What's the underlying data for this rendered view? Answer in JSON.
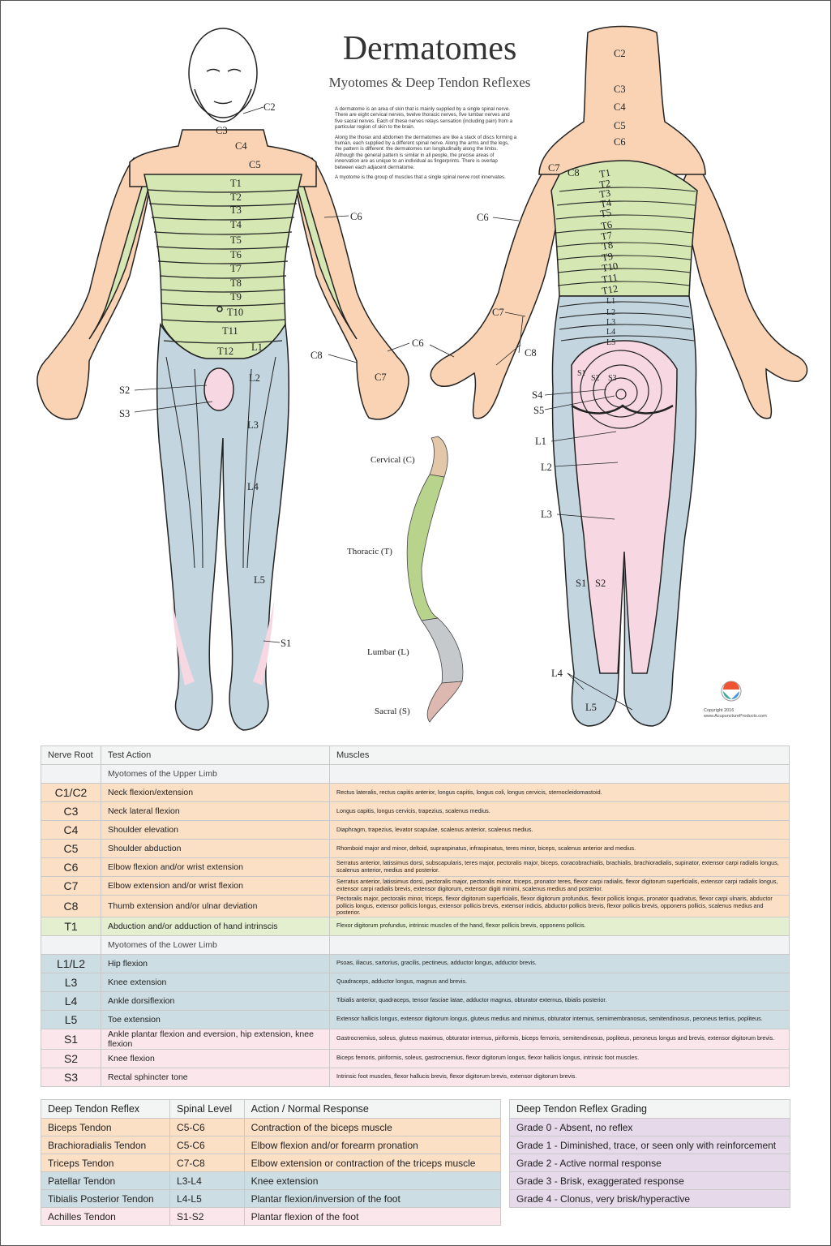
{
  "header": {
    "title": "Dermatomes",
    "subtitle": "Myotomes & Deep Tendon Reflexes",
    "intro": [
      "A dermatome is an area of skin that is mainly supplied by a single spinal nerve. There are eight cervical nerves, twelve thoracic nerves, five lumbar nerves and five sacral nerves. Each of these nerves relays sensation (including pain) from a particular region of skin to the brain.",
      "Along the thorax and abdomen the dermatomes are like a stack of discs forming a human, each supplied by a different spinal nerve. Along the arms and the legs, the pattern is different: the dermatomes run longitudinally along the limbs. Although the general pattern is similar in all people, the precise areas of innervation are as unique to an individual as fingerprints. There is overlap between each adjacent dermatome.",
      "A myotome is the group of muscles that a single spinal nerve root innervates."
    ]
  },
  "colors": {
    "cervical": "#f9d3b3",
    "thoracic": "#d5e8b4",
    "lumbar": "#c3d6df",
    "sacral": "#f7d8e2",
    "outline": "#222222"
  },
  "front_labels": {
    "c2": "C2",
    "c3": "C3",
    "c4": "C4",
    "c5": "C5",
    "c6": "C6",
    "c7": "C7",
    "c8": "C8",
    "t": [
      "T1",
      "T2",
      "T3",
      "T4",
      "T5",
      "T6",
      "T7",
      "T8",
      "T9",
      "T10",
      "T11",
      "T12"
    ],
    "l1": "L1",
    "l2": "L2",
    "l3": "L3",
    "l4": "L4",
    "l5": "L5",
    "s1": "S1",
    "s2": "S2",
    "s3": "S3"
  },
  "back_labels": {
    "c": [
      "C2",
      "C3",
      "C4",
      "C5",
      "C6"
    ],
    "c7": "C7",
    "c8": "C8",
    "c6_arm": "C6",
    "c7_arm": "C7",
    "c6_hand": "C6",
    "c8_hand": "C8",
    "t": [
      "T1",
      "T2",
      "T3",
      "T4",
      "T5",
      "T6",
      "T7",
      "T8",
      "T9",
      "T10",
      "T11",
      "T12"
    ],
    "l": [
      "L1",
      "L2",
      "L3",
      "L4",
      "L5"
    ],
    "s1": "S1",
    "s2": "S2",
    "s3": "S3",
    "s4": "S4",
    "s5": "S5",
    "leg_l1": "L1",
    "leg_l2": "L2",
    "leg_l3": "L3",
    "leg_s1": "S1",
    "leg_s2": "S2",
    "leg_l4": "L4",
    "leg_l5": "L5"
  },
  "spine_labels": {
    "cervical": "Cervical (C)",
    "thoracic": "Thoracic (T)",
    "lumbar": "Lumbar (L)",
    "sacral": "Sacral (S)"
  },
  "copyright": {
    "line1": "Copyright 2016",
    "line2": "www.AcupunctureProducts.com"
  },
  "myotomes": {
    "headers": [
      "Nerve Root",
      "Test Action",
      "Muscles"
    ],
    "upper_section": "Myotomes of the Upper Limb",
    "lower_section": "Myotomes of the Lower Limb",
    "upper": [
      {
        "root": "C1/C2",
        "action": "Neck flexion/extension",
        "muscles": "Rectus lateralis, rectus capitis anterior, longus capitis, longus coli, longus cervicis, sternocleidomastoid.",
        "group": "orange"
      },
      {
        "root": "C3",
        "action": "Neck lateral flexion",
        "muscles": "Longus capitis, longus cervicis, trapezius, scalenus medius.",
        "group": "orange"
      },
      {
        "root": "C4",
        "action": "Shoulder elevation",
        "muscles": "Diaphragm, trapezius, levator scapulae, scalenus anterior, scalenus medius.",
        "group": "orange"
      },
      {
        "root": "C5",
        "action": "Shoulder abduction",
        "muscles": "Rhomboid major and minor, deltoid, supraspinatus, infraspinatus, teres minor, biceps, scalenus anterior and medius.",
        "group": "orange"
      },
      {
        "root": "C6",
        "action": "Elbow flexion and/or wrist extension",
        "muscles": "Serratus anterior, latissimus dorsi, subscapularis, teres major, pectoralis major, biceps, coracobrachialis, brachialis, brachioradialis, supinator, extensor carpi radialis longus, scalenus anterior, medius and posterior.",
        "group": "orange"
      },
      {
        "root": "C7",
        "action": "Elbow extension and/or wrist flexion",
        "muscles": "Serratus anterior, latissimus dorsi, pectoralis major, pectoralis minor, triceps, pronator teres, flexor carpi radialis, flexor digitorum superficialis, extensor carpi radialis longus, extensor carpi radialis brevis, extensor digitorum, extensor digiti minimi, scalenus medius and posterior.",
        "group": "orange"
      },
      {
        "root": "C8",
        "action": "Thumb extension and/or ulnar deviation",
        "muscles": "Pectoralis major, pectoralis minor, triceps, flexor digitorum superficialis, flexor digitorum profundus, flexor pollicis longus, pronator quadratus, flexor carpi ulnaris, abductor pollicis longus, extensor pollicis longus, extensor pollicis brevis, extensor indicis, abductor pollicis brevis, flexor pollicis brevis, opponens pollicis, scalenus medius and posterior.",
        "group": "orange"
      },
      {
        "root": "T1",
        "action": "Abduction and/or adduction of hand intrinscis",
        "muscles": "Flexor digitorum profundus, intrinsic muscles of the hand, flexor pollicis brevis, opponens pollicis.",
        "group": "green"
      }
    ],
    "lower": [
      {
        "root": "L1/L2",
        "action": "Hip flexion",
        "muscles": "Psoas, iliacus, sartorius, gracilis, pectineus, adductor longus, adductor brevis.",
        "group": "blue"
      },
      {
        "root": "L3",
        "action": "Knee extension",
        "muscles": "Quadraceps, adductor longus, magnus and brevis.",
        "group": "blue"
      },
      {
        "root": "L4",
        "action": "Ankle dorsiflexion",
        "muscles": "Tibialis anterior, quadraceps, tensor fasciae latae, adductor magnus, obturator externus, tibialis posterior.",
        "group": "blue"
      },
      {
        "root": "L5",
        "action": "Toe extension",
        "muscles": "Extensor hallicis longus, extensor digitorum longus, gluteus medius and minimus, obturator internus, semimembranosus, semitendinosus, peroneus tertius, popliteus.",
        "group": "blue"
      },
      {
        "root": "S1",
        "action": "Ankle plantar flexion and eversion, hip extension, knee flexion",
        "muscles": "Gastrocnemius, soleus, gluteus maximus, obturator internus, piriformis, biceps femoris, semitendinosus, popliteus, peroneus longus and brevis, extensor digitorum brevis.",
        "group": "pink"
      },
      {
        "root": "S2",
        "action": "Knee flexion",
        "muscles": "Biceps femoris, piriformis, soleus, gastrocnemius, flexor digitorum longus, flexor hallicis longus, intrinsic foot muscles.",
        "group": "pink"
      },
      {
        "root": "S3",
        "action": "Rectal sphincter tone",
        "muscles": "Intrinsic foot muscles, flexor hallucis brevis, flexor digitorum brevis, extensor digitorum brevis.",
        "group": "pink"
      }
    ]
  },
  "reflexes": {
    "headers": [
      "Deep Tendon Reflex",
      "Spinal Level",
      "Action / Normal Response"
    ],
    "rows": [
      {
        "name": "Biceps Tendon",
        "level": "C5-C6",
        "action": "Contraction of the biceps muscle",
        "group": "orange"
      },
      {
        "name": "Brachioradialis Tendon",
        "level": "C5-C6",
        "action": "Elbow flexion and/or forearm pronation",
        "group": "orange"
      },
      {
        "name": "Triceps Tendon",
        "level": "C7-C8",
        "action": "Elbow extension or contraction of the triceps muscle",
        "group": "orange"
      },
      {
        "name": "Patellar Tendon",
        "level": "L3-L4",
        "action": "Knee extension",
        "group": "blue"
      },
      {
        "name": "Tibialis Posterior Tendon",
        "level": "L4-L5",
        "action": "Plantar flexion/inversion of the foot",
        "group": "blue"
      },
      {
        "name": "Achilles Tendon",
        "level": "S1-S2",
        "action": "Plantar flexion of the foot",
        "group": "pink"
      }
    ]
  },
  "grading": {
    "header": "Deep Tendon Reflex Grading",
    "rows": [
      "Grade 0 - Absent, no reflex",
      "Grade 1 - Diminished, trace, or seen only with reinforcement",
      "Grade 2 - Active normal response",
      "Grade 3 - Brisk, exaggerated response",
      "Grade 4 - Clonus, very brisk/hyperactive"
    ]
  }
}
